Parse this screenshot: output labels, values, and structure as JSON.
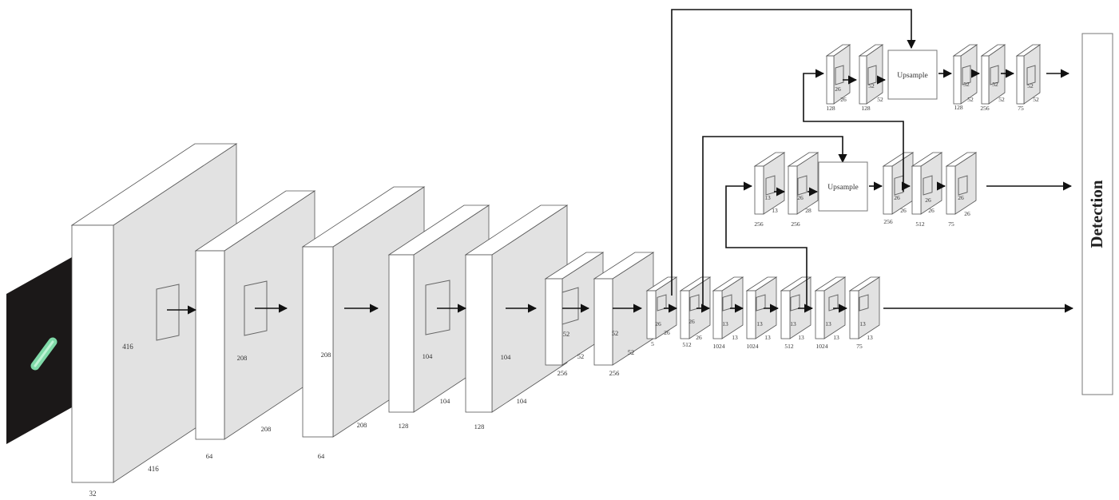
{
  "colors": {
    "front": "#ffffff",
    "side": "#e2e2e2",
    "stroke": "#555555",
    "arrow": "#111111",
    "image_bg": "#1b1818",
    "pill": "#7fd9a8"
  },
  "input_image": {
    "icon": "pill-icon"
  },
  "backbone": [
    {
      "h": "416",
      "w": "416",
      "c": "32"
    },
    {
      "h": "208",
      "w": "208",
      "c": "64"
    },
    {
      "h": "208",
      "w": "208",
      "c": "64"
    },
    {
      "h": "104",
      "w": "104",
      "c": "128"
    },
    {
      "h": "104",
      "w": "104",
      "c": "128"
    },
    {
      "h": "52",
      "w": "52",
      "c": "256"
    },
    {
      "h": "52",
      "w": "52",
      "c": "256"
    },
    {
      "h": "26",
      "w": "26",
      "c": "5"
    },
    {
      "h": "26",
      "w": "26",
      "c": "512"
    },
    {
      "h": "13",
      "w": "13",
      "c": "1024"
    },
    {
      "h": "13",
      "w": "13",
      "c": "1024"
    },
    {
      "h": "13",
      "w": "13",
      "c": "512"
    },
    {
      "h": "13",
      "w": "13",
      "c": "1024"
    },
    {
      "h": "13",
      "w": "13",
      "c": "75"
    }
  ],
  "branch_mid": [
    {
      "h": "13",
      "w": "13",
      "c": "256"
    },
    {
      "h": "26",
      "w": "28",
      "c": "256"
    },
    {
      "h": "26",
      "w": "26",
      "c": "256"
    },
    {
      "h": "26",
      "w": "26",
      "c": "512"
    },
    {
      "h": "26",
      "w": "26",
      "c": "75"
    }
  ],
  "branch_top": [
    {
      "h": "26",
      "w": "26",
      "c": "128"
    },
    {
      "h": "52",
      "w": "52",
      "c": "128"
    },
    {
      "h": "52",
      "w": "52",
      "c": "128"
    },
    {
      "h": "52",
      "w": "52",
      "c": "256"
    },
    {
      "h": "52",
      "w": "52",
      "c": "75"
    }
  ],
  "upsample_label": "Upsample",
  "detection_label": "Detection"
}
